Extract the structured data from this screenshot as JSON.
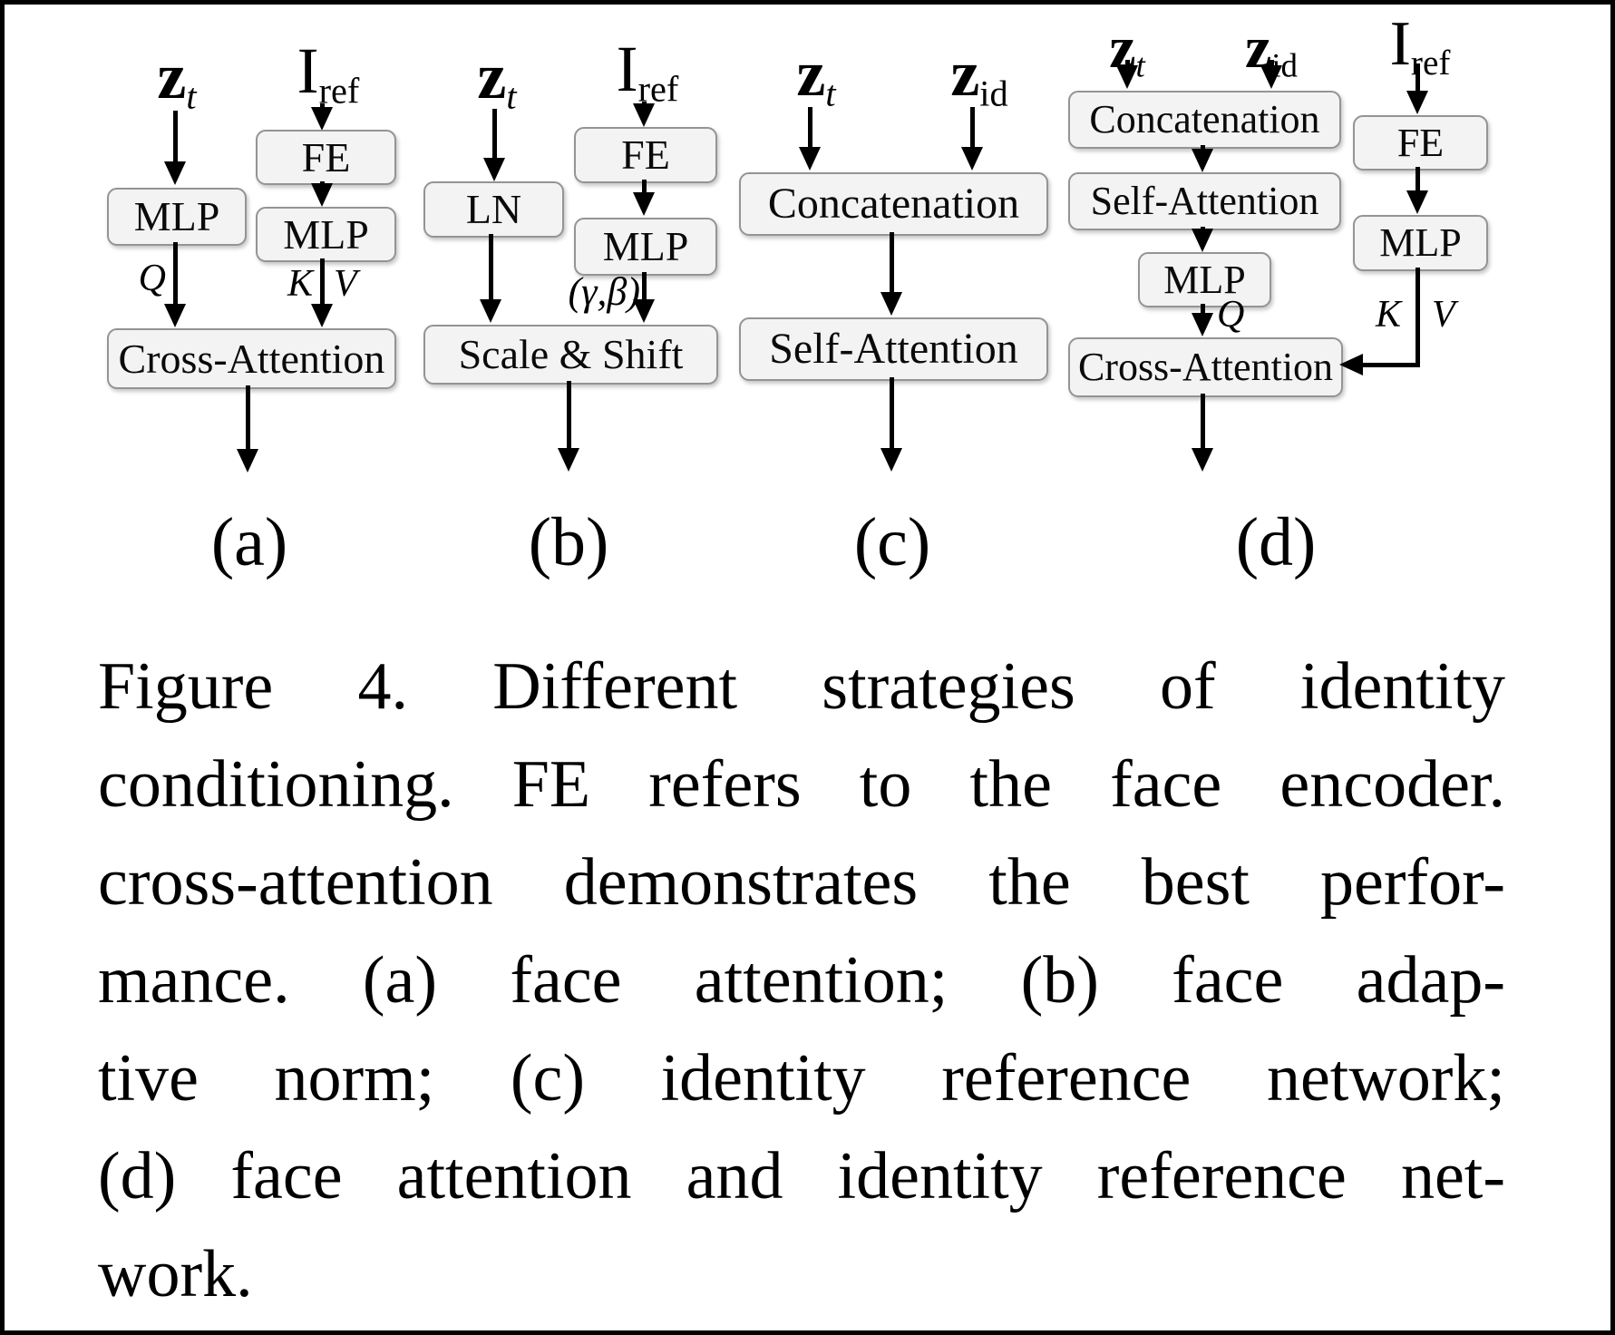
{
  "figure": {
    "nodes": {
      "mlp": "MLP",
      "fe": "FE",
      "ln": "LN",
      "cross_attention": "Cross-Attention",
      "self_attention": "Self-Attention",
      "concatenation": "Concatenation",
      "scale_shift": "Scale & Shift"
    },
    "symbols": {
      "z": "z",
      "t": "t",
      "id": "id",
      "I": "I",
      "ref": "ref",
      "Q": "Q",
      "K": "K",
      "V": "V",
      "gamma_beta": "(γ,β)"
    },
    "panel_labels": {
      "a": "(a)",
      "b": "(b)",
      "c": "(c)",
      "d": "(d)"
    }
  },
  "caption": {
    "lines": [
      "Figure 4. Different strategies of identity",
      "conditioning. FE refers to the face encoder.",
      "cross-attention demonstrates the best perfor-",
      "mance. (a) face attention; (b) face adap-",
      "tive norm; (c) identity reference network;",
      "(d) face attention and identity reference net-",
      "work."
    ]
  }
}
